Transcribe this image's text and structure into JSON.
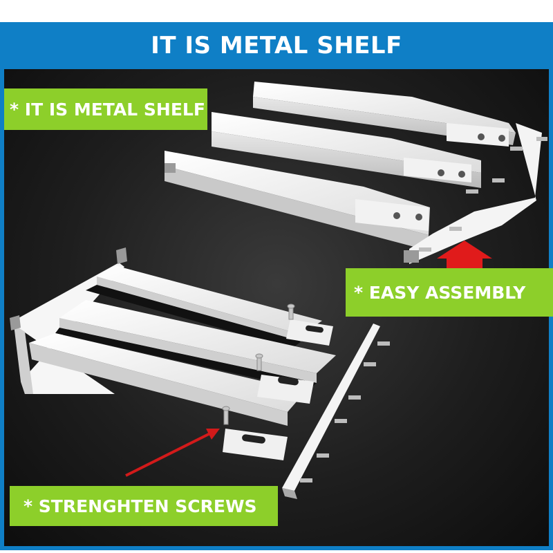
{
  "header": {
    "title": "IT IS METAL SHELF"
  },
  "callouts": {
    "metal": "* IT IS METAL SHELF",
    "assembly": "* EASY ASSEMBLY",
    "screws": "* STRENGHTEN SCREWS"
  },
  "colors": {
    "frame_blue": "#0f7fc6",
    "callout_green": "#8dcf2a",
    "arrow_red": "#e01b1b"
  }
}
